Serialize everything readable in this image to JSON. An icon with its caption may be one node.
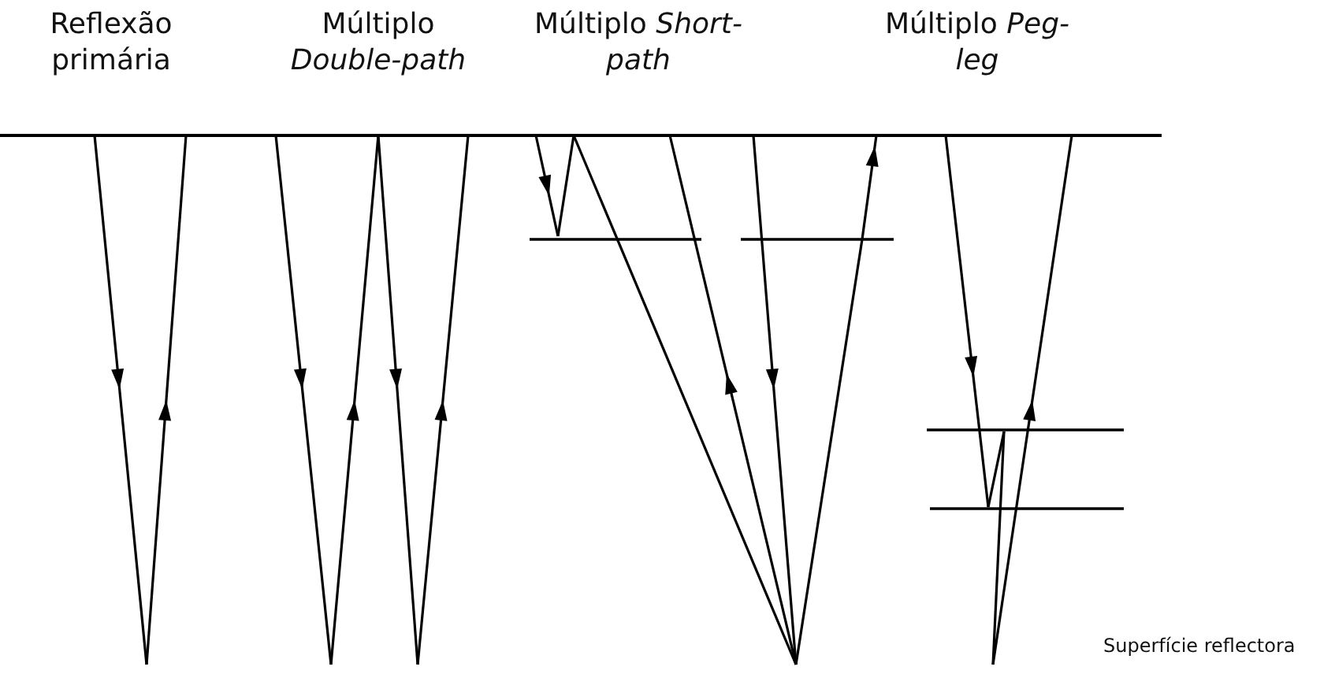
{
  "diagram": {
    "labels": [
      "Reflexão primária",
      "Múltiplo *Double-path*",
      "Múltiplo *Short-path*",
      "Múltiplo *Peg-leg*",
      "Superfície reflectora"
    ]
  }
}
